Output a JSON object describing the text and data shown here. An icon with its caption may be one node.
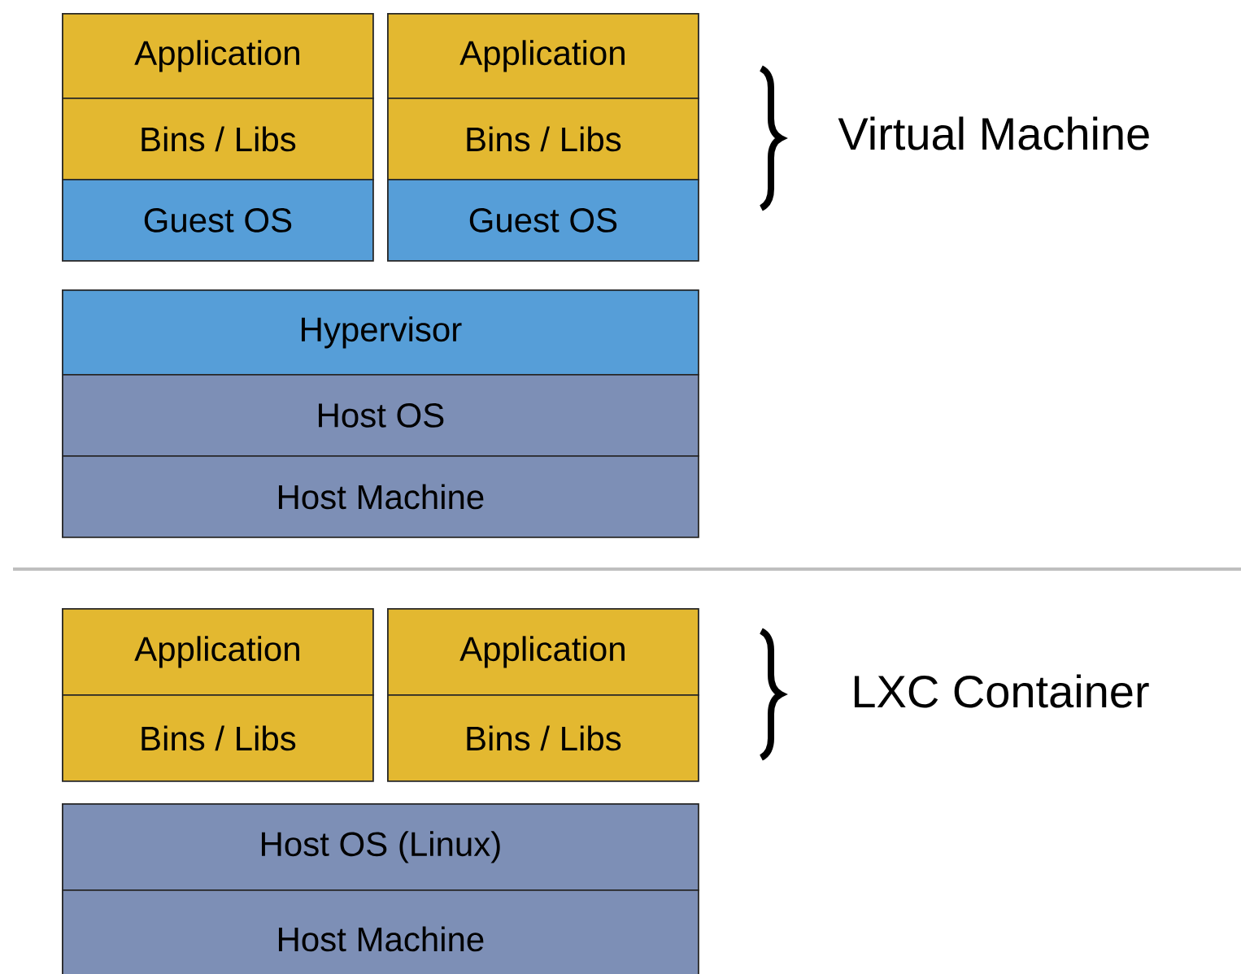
{
  "diagram": {
    "nodes": [
      {
        "text": [
          "Application"
        ]
      },
      {
        "text": [
          "Application"
        ]
      },
      {
        "text": [
          "Bins / Libs"
        ]
      },
      {
        "text": [
          "Bins / Libs"
        ]
      },
      {
        "text": [
          "Guest OS"
        ]
      },
      {
        "text": [
          "Guest OS"
        ]
      },
      {
        "text": [
          "Hypervisor"
        ]
      },
      {
        "text": [
          "Host OS"
        ]
      },
      {
        "text": [
          "Host Machine"
        ]
      },
      {
        "text": [
          "Application"
        ]
      },
      {
        "text": [
          "Application"
        ]
      },
      {
        "text": [
          "Bins / Libs"
        ]
      },
      {
        "text": [
          "Bins / Libs"
        ]
      },
      {
        "text": [
          "Host OS (Linux)"
        ]
      },
      {
        "text": [
          "Host Machine"
        ]
      }
    ],
    "labels": [
      "Virtual Machine",
      "LXC Container"
    ]
  }
}
